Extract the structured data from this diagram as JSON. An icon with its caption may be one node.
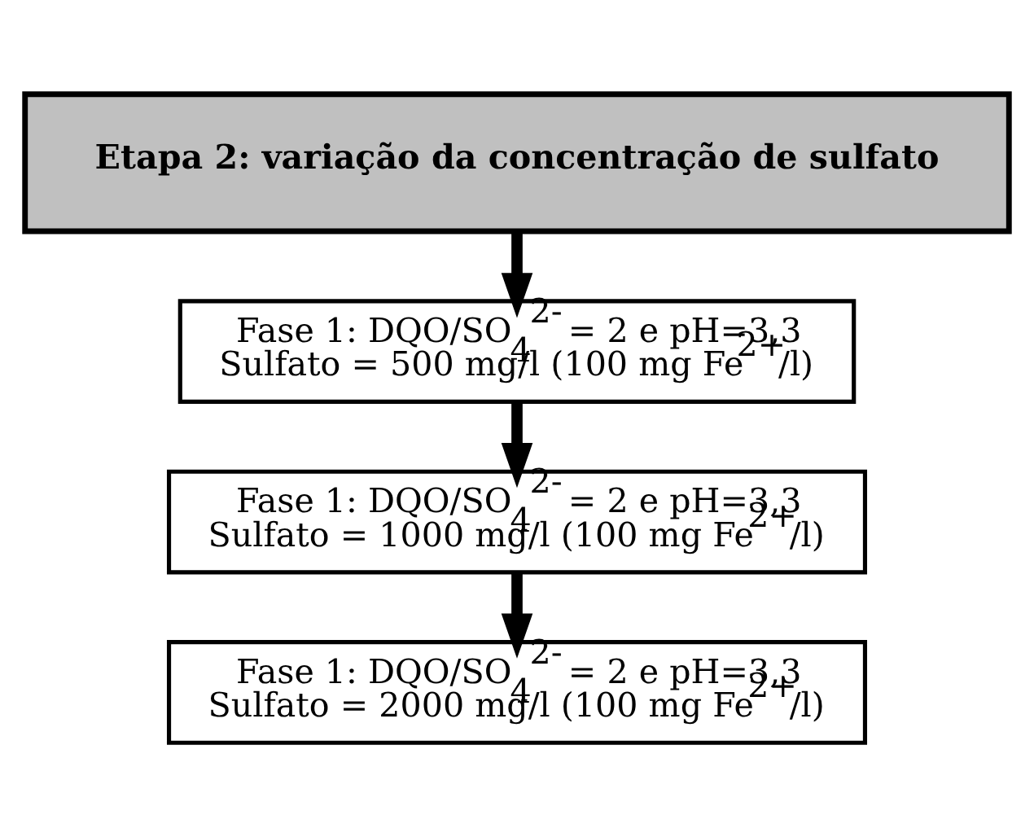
{
  "diagram": {
    "nodes": [
      {
        "text": [
          "Etapa 2: variação da concentração de sulfato"
        ]
      },
      {
        "text": [
          "Fase 1: DQO/SO$_{4}$$^{2-}$ = 2 e pH=3,3",
          "Sulfato = 500 mg/l (100 mg Fe$^{2+}$/l)"
        ]
      },
      {
        "text": [
          "Fase 1: DQO/SO$_{4}$$^{2-}$ = 2 e pH=3,3",
          "Sulfato = 1000 mg/l (100 mg Fe$^{2+}$/l)"
        ]
      },
      {
        "text": [
          "Fase 1: DQO/SO$_{4}$$^{2-}$ = 2 e pH=3,3",
          "Sulfato = 2000 mg/l (100 mg Fe$^{2+}$/l)"
        ]
      }
    ],
    "edges": [
      {
        "from": 0,
        "to": 1,
        "arrow": "to"
      },
      {
        "from": 1,
        "to": 2,
        "arrow": "to"
      },
      {
        "from": 2,
        "to": 3,
        "arrow": "to"
      }
    ]
  }
}
